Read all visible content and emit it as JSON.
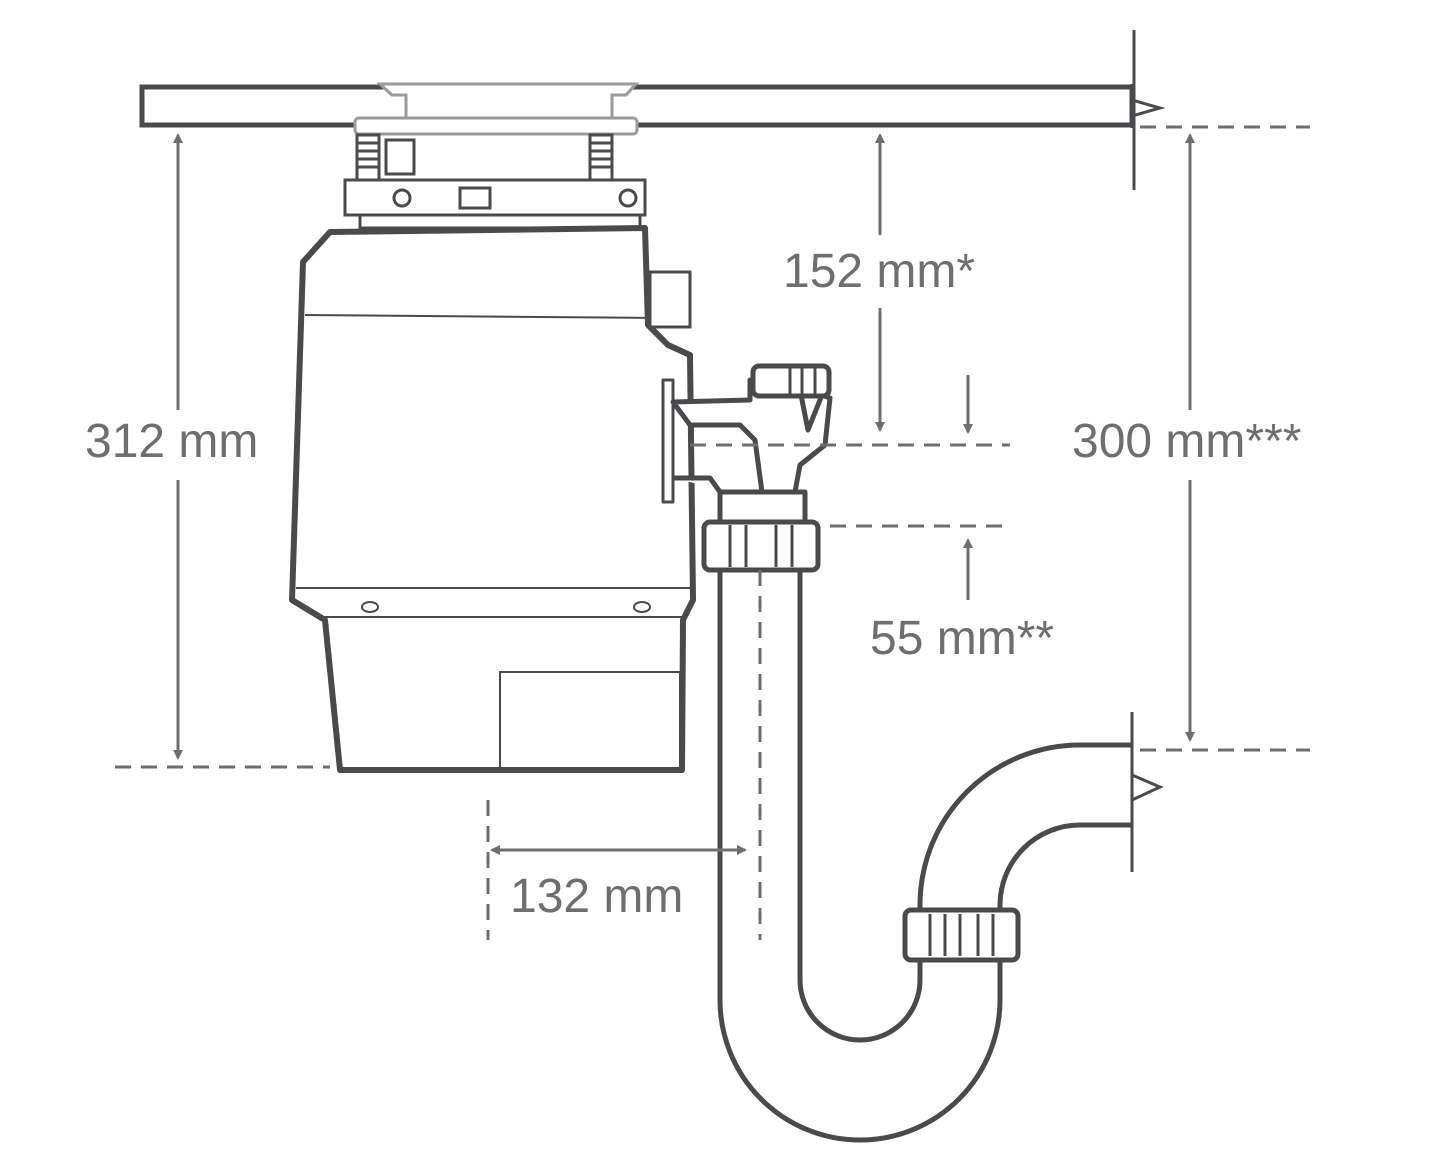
{
  "dimensions": {
    "unit_height": "312 mm",
    "flange_to_inlet": "152 mm*",
    "sink_to_trap_outlet": "300 mm***",
    "inlet_to_outlet": "55 mm**",
    "outlet_offset": "132 mm"
  },
  "colors": {
    "line": "#4a4a4c",
    "dimension": "#6d6e70",
    "body_fill": "#ffffff"
  }
}
